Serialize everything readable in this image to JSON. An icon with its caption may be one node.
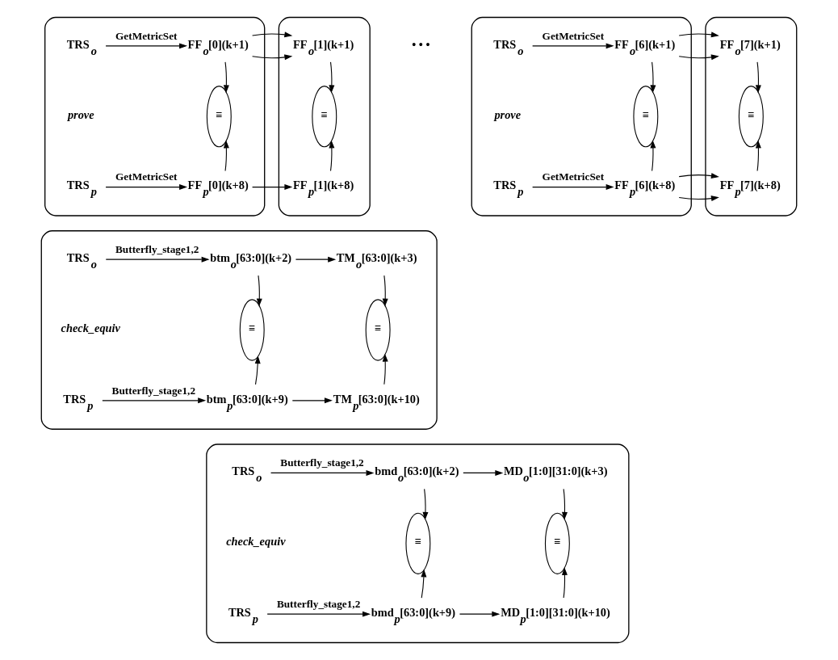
{
  "diagram": {
    "nodes": [
      {
        "text": [],
        "shape": "box"
      },
      {
        "text": [],
        "shape": "box"
      },
      {
        "text": [
          "TRS$_{o}$"
        ],
        "in": 0
      },
      {
        "text": [
          "FF$_{o}$[0](k+1)"
        ],
        "in": 0
      },
      {
        "text": [
          "FF$_{o}$[1](k+1)"
        ],
        "in": 1
      },
      {
        "text": [
          "≡"
        ],
        "in": 0
      },
      {
        "text": [
          "≡"
        ],
        "in": 1
      },
      {
        "text": [
          "TRS$_{p}$"
        ],
        "in": 0
      },
      {
        "text": [
          "FF$_{p}$[0](k+8)"
        ],
        "in": 0
      },
      {
        "text": [
          "FF$_{p}$[1](k+8)"
        ],
        "in": 1
      },
      {
        "text": [],
        "shape": "box"
      },
      {
        "text": [],
        "shape": "box"
      },
      {
        "text": [
          "TRS$_{o}$"
        ],
        "in": 10
      },
      {
        "text": [
          "FF$_{o}$[6](k+1)"
        ],
        "in": 10
      },
      {
        "text": [
          "FF$_{o}$[7](k+1)"
        ],
        "in": 11
      },
      {
        "text": [
          "≡"
        ],
        "in": 10
      },
      {
        "text": [
          "≡"
        ],
        "in": 11
      },
      {
        "text": [
          "TRS$_{p}$"
        ],
        "in": 10
      },
      {
        "text": [
          "FF$_{p}$[6](k+8)"
        ],
        "in": 10
      },
      {
        "text": [
          "FF$_{p}$[7](k+8)"
        ],
        "in": 11
      },
      {
        "text": [],
        "shape": "box"
      },
      {
        "text": [
          "TRS$_{o}$"
        ],
        "in": 20
      },
      {
        "text": [
          "btm$_{o}$[63:0](k+2)"
        ],
        "in": 20
      },
      {
        "text": [
          "TM$_{o}$[63:0](k+3)"
        ],
        "in": 20
      },
      {
        "text": [
          "≡"
        ],
        "in": 20
      },
      {
        "text": [
          "≡"
        ],
        "in": 20
      },
      {
        "text": [
          "TRS$_{p}$"
        ],
        "in": 20
      },
      {
        "text": [
          "btm$_{p}$[63:0](k+9)"
        ],
        "in": 20
      },
      {
        "text": [
          "TM$_{p}$[63:0](k+10)"
        ],
        "in": 20
      },
      {
        "text": [],
        "shape": "box"
      },
      {
        "text": [
          "TRS$_{o}$"
        ],
        "in": 29
      },
      {
        "text": [
          "bmd$_{o}$[63:0](k+2)"
        ],
        "in": 29
      },
      {
        "text": [
          "MD$_{o}$[1:0][31:0](k+3)"
        ],
        "in": 29
      },
      {
        "text": [
          "≡"
        ],
        "in": 29
      },
      {
        "text": [
          "≡"
        ],
        "in": 29
      },
      {
        "text": [
          "TRS$_{p}$"
        ],
        "in": 29
      },
      {
        "text": [
          "bmd$_{p}$[63:0](k+9)"
        ],
        "in": 29
      },
      {
        "text": [
          "MD$_{p}$[1:0][31:0](k+10)"
        ],
        "in": 29
      }
    ],
    "edges": [
      {
        "from": 2,
        "to": 3,
        "arrow": "to",
        "label": "GetMetricSet"
      },
      {
        "from": 7,
        "to": 8,
        "arrow": "to",
        "label": "GetMetricSet"
      },
      {
        "from": 3,
        "to": 4,
        "arrow": "to"
      },
      {
        "from": 8,
        "to": 9,
        "arrow": "to"
      },
      {
        "from": 3,
        "to": 5,
        "arrow": "to"
      },
      {
        "from": 8,
        "to": 5,
        "arrow": "to"
      },
      {
        "from": 4,
        "to": 6,
        "arrow": "to"
      },
      {
        "from": 9,
        "to": 6,
        "arrow": "to"
      },
      {
        "from": 12,
        "to": 13,
        "arrow": "to",
        "label": "GetMetricSet"
      },
      {
        "from": 17,
        "to": 18,
        "arrow": "to",
        "label": "GetMetricSet"
      },
      {
        "from": 13,
        "to": 14,
        "arrow": "to"
      },
      {
        "from": 18,
        "to": 19,
        "arrow": "to"
      },
      {
        "from": 13,
        "to": 15,
        "arrow": "to"
      },
      {
        "from": 18,
        "to": 15,
        "arrow": "to"
      },
      {
        "from": 14,
        "to": 16,
        "arrow": "to"
      },
      {
        "from": 19,
        "to": 16,
        "arrow": "to"
      },
      {
        "from": 21,
        "to": 22,
        "arrow": "to",
        "label": "Butterfly_stage1,2"
      },
      {
        "from": 26,
        "to": 27,
        "arrow": "to",
        "label": "Butterfly_stage1,2"
      },
      {
        "from": 22,
        "to": 23,
        "arrow": "to"
      },
      {
        "from": 27,
        "to": 28,
        "arrow": "to"
      },
      {
        "from": 22,
        "to": 24,
        "arrow": "to"
      },
      {
        "from": 27,
        "to": 24,
        "arrow": "to"
      },
      {
        "from": 23,
        "to": 25,
        "arrow": "to"
      },
      {
        "from": 28,
        "to": 25,
        "arrow": "to"
      },
      {
        "from": 30,
        "to": 31,
        "arrow": "to",
        "label": "Butterfly_stage1,2"
      },
      {
        "from": 35,
        "to": 36,
        "arrow": "to",
        "label": "Butterfly_stage1,2"
      },
      {
        "from": 31,
        "to": 32,
        "arrow": "to"
      },
      {
        "from": 36,
        "to": 37,
        "arrow": "to"
      },
      {
        "from": 31,
        "to": 33,
        "arrow": "to"
      },
      {
        "from": 36,
        "to": 33,
        "arrow": "to"
      },
      {
        "from": 32,
        "to": 34,
        "arrow": "to"
      },
      {
        "from": 37,
        "to": 34,
        "arrow": "to"
      }
    ],
    "labels": [
      "prove",
      "• • •",
      "prove",
      "check_equiv",
      "check_equiv"
    ]
  }
}
